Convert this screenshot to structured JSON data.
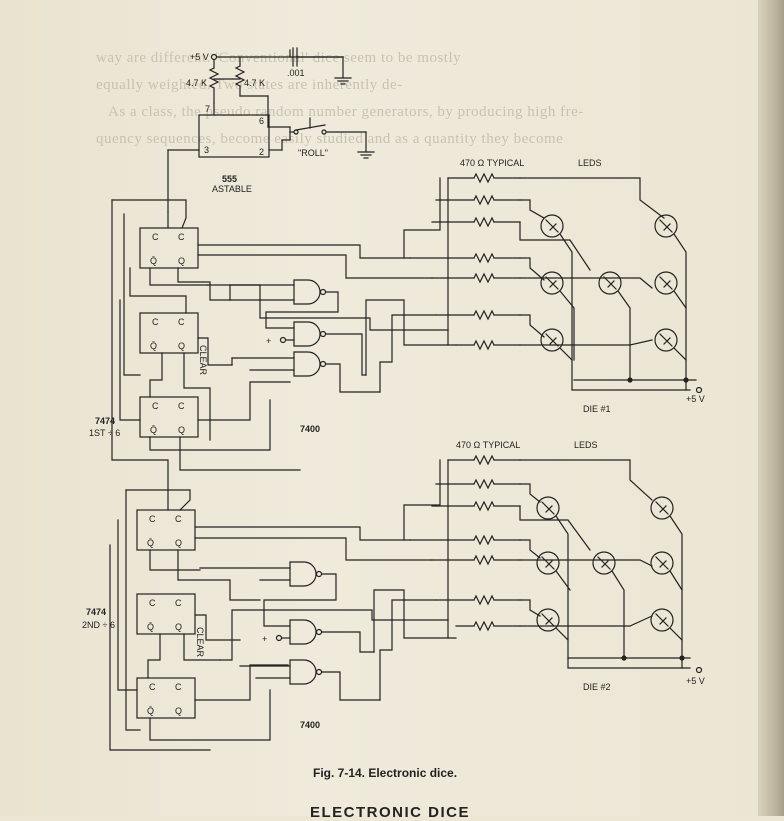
{
  "bleed_through": [
    "way are different. 'Conventional' dice seem to be mostly",
    "equally weighted. Two states are inherently de-",
    "As a class, the pseudo random number generators, by producing high fre-",
    "quency sequences, become easily studied and as a quantity they become"
  ],
  "timer": {
    "vcc_label": "+5 V",
    "r1_label": "4.7 K",
    "r2_label": "4.7 K",
    "cap_label": ".001",
    "pin7": "7",
    "pin6": "6",
    "pin3": "3",
    "pin2": "2",
    "switch_label": "\"ROLL\"",
    "chip_number": "555",
    "chip_mode": "ASTABLE"
  },
  "die1": {
    "resistor_label": "470 Ω TYPICAL",
    "leds_label": "LEDS",
    "die_label": "DIE #1",
    "vcc_label": "+5 V",
    "ff_label": "7474",
    "ff_sub": "1ST ÷ 6",
    "gate_label": "7400",
    "clear_label": "CLEAR",
    "plus_label": "+"
  },
  "die2": {
    "resistor_label": "470 Ω TYPICAL",
    "leds_label": "LEDS",
    "die_label": "DIE #2",
    "vcc_label": "+5 V",
    "ff_label": "7474",
    "ff_sub": "2ND ÷ 6",
    "gate_label": "7400",
    "clear_label": "CLEAR",
    "plus_label": "+"
  },
  "ff_pins": {
    "c": "C",
    "q": "Q",
    "qbar": "Q̄"
  },
  "caption": "Fig. 7-14. Electronic dice.",
  "section_heading": "ELECTRONIC DICE",
  "colors": {
    "ink": "#222222",
    "paper": "#ece6d4",
    "bleed": "#c9c2b0"
  }
}
